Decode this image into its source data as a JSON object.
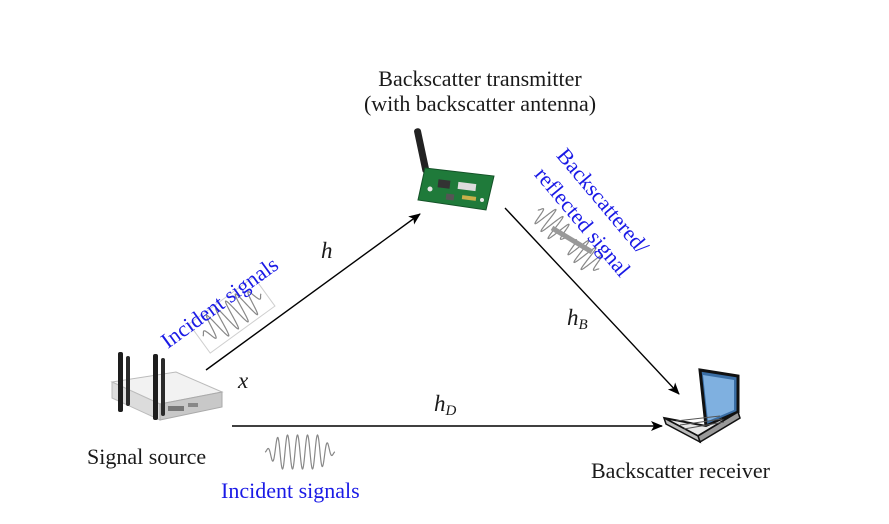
{
  "nodes": {
    "transmitter": {
      "title": "Backscatter transmitter",
      "subtitle": "(with backscatter antenna)",
      "icon": "rfid-tag-board-icon"
    },
    "source": {
      "label": "Signal source",
      "icon": "wireless-router-icon"
    },
    "receiver": {
      "label": "Backscatter receiver",
      "icon": "laptop-icon"
    }
  },
  "links": {
    "source_to_transmitter": {
      "label": "h"
    },
    "transmitter_to_receiver": {
      "label_base": "h",
      "label_sub": "B"
    },
    "source_to_receiver": {
      "label_base": "h",
      "label_sub": "D"
    },
    "source_signal": {
      "label": "x"
    }
  },
  "signals": {
    "incident_upper": "Incident signals",
    "incident_lower": "Incident signals",
    "backscattered_line1": "Backscattered/",
    "backscattered_line2": "reflected signal"
  },
  "colors": {
    "text": "#1a1a1a",
    "signal_text": "#1a1ae6",
    "arrow": "#000000",
    "wave": "#888888",
    "board": "#1f7a3a"
  }
}
